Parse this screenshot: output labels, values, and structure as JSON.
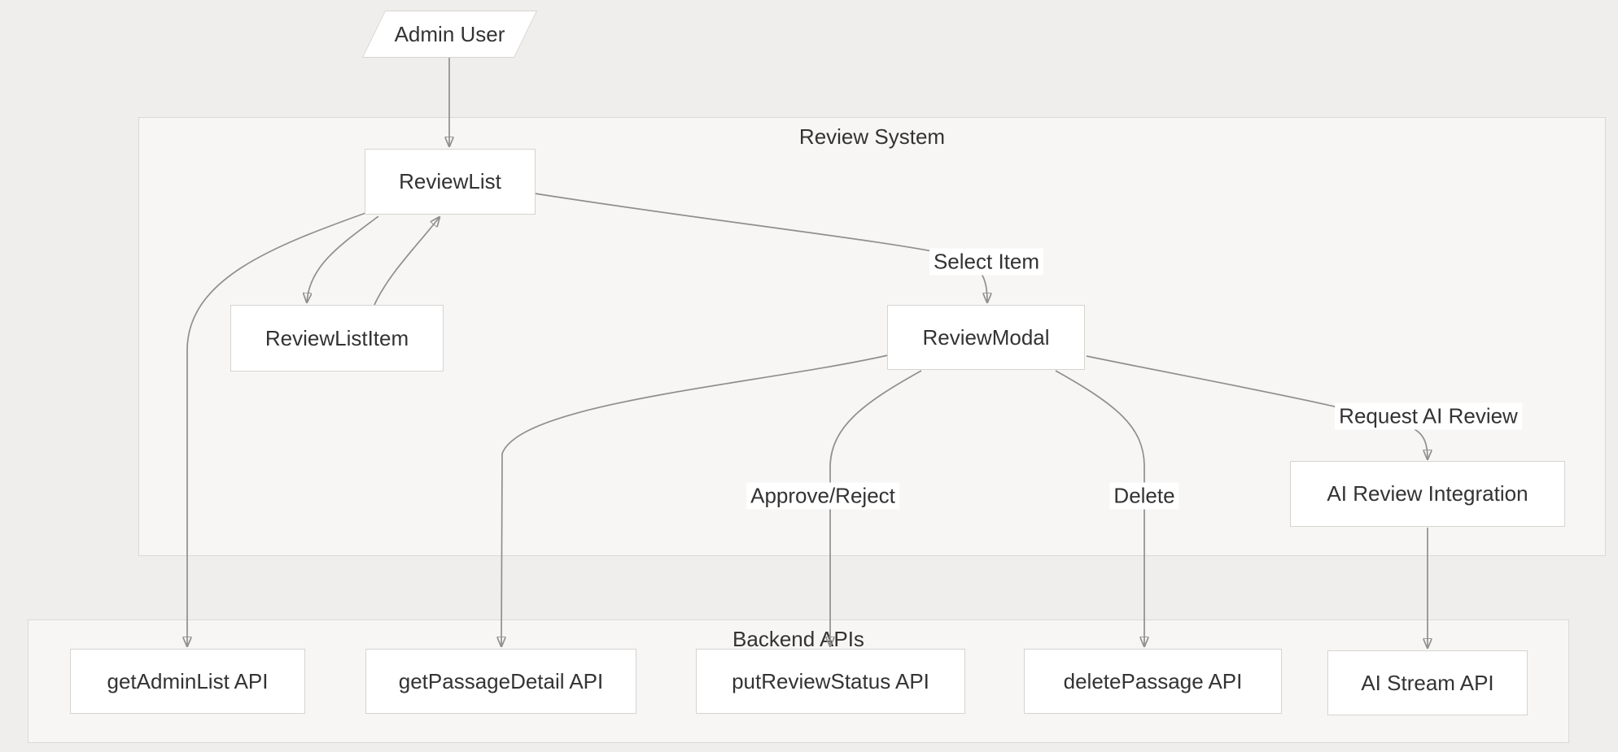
{
  "clusters": {
    "review_system": {
      "label": "Review System"
    },
    "backend_apis": {
      "label": "Backend APIs"
    }
  },
  "nodes": {
    "admin_user": {
      "label": "Admin User",
      "shape": "parallelogram"
    },
    "review_list": {
      "label": "ReviewList",
      "shape": "rect"
    },
    "review_list_item": {
      "label": "ReviewListItem",
      "shape": "rect"
    },
    "review_modal": {
      "label": "ReviewModal",
      "shape": "rect"
    },
    "ai_review_integration": {
      "label": "AI Review Integration",
      "shape": "rect"
    },
    "get_admin_list_api": {
      "label": "getAdminList API",
      "shape": "rect"
    },
    "get_passage_detail_api": {
      "label": "getPassageDetail API",
      "shape": "rect"
    },
    "put_review_status_api": {
      "label": "putReviewStatus API",
      "shape": "rect"
    },
    "delete_passage_api": {
      "label": "deletePassage API",
      "shape": "rect"
    },
    "ai_stream_api": {
      "label": "AI Stream API",
      "shape": "rect"
    }
  },
  "edge_labels": {
    "select_item": "Select Item",
    "approve_reject": "Approve/Reject",
    "delete": "Delete",
    "request_ai_review": "Request AI Review"
  },
  "edges": [
    {
      "from": "Admin User",
      "to": "ReviewList",
      "label": ""
    },
    {
      "from": "ReviewList",
      "to": "ReviewListItem",
      "label": ""
    },
    {
      "from": "ReviewListItem",
      "to": "ReviewList",
      "label": ""
    },
    {
      "from": "ReviewList",
      "to": "ReviewModal",
      "label": "Select Item"
    },
    {
      "from": "ReviewList",
      "to": "getAdminList API",
      "label": ""
    },
    {
      "from": "ReviewModal",
      "to": "getPassageDetail API",
      "label": ""
    },
    {
      "from": "ReviewModal",
      "to": "putReviewStatus API",
      "label": "Approve/Reject"
    },
    {
      "from": "ReviewModal",
      "to": "deletePassage API",
      "label": "Delete"
    },
    {
      "from": "ReviewModal",
      "to": "AI Review Integration",
      "label": "Request AI Review"
    },
    {
      "from": "AI Review Integration",
      "to": "AI Stream API",
      "label": ""
    }
  ],
  "colors": {
    "page_background": "#efeeec",
    "cluster_background": "#f7f6f4",
    "cluster_border": "#dbd9d6",
    "node_background": "#ffffff",
    "node_border": "#d6d4d1",
    "edge": "#8f8f8f",
    "arrowhead": "#8a8a8a",
    "text": "#333333",
    "edge_label_background": "#ffffff"
  }
}
